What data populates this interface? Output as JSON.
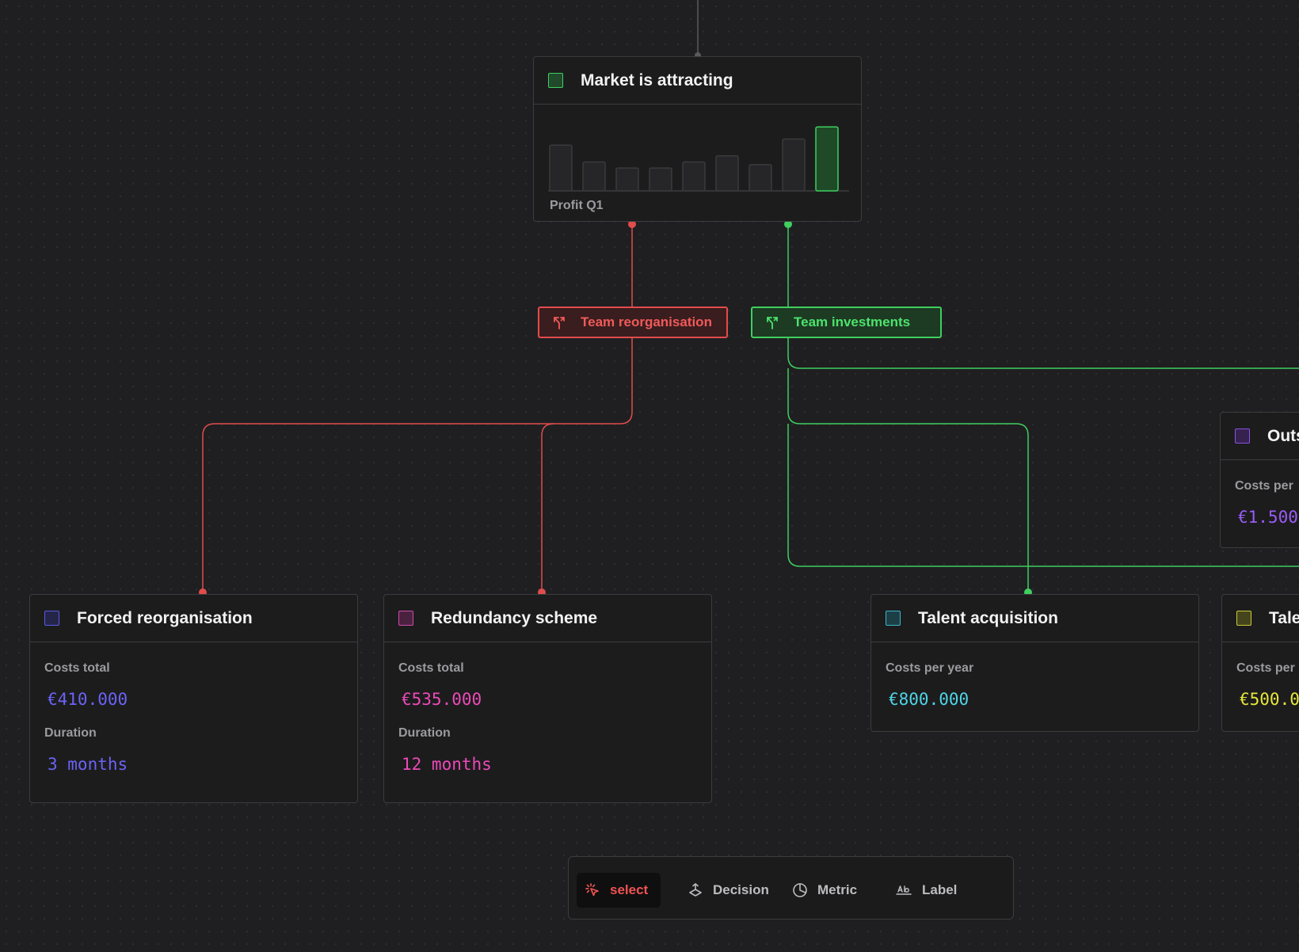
{
  "colors": {
    "canvas": "#1f1f21",
    "red_edge": "#e24c4c",
    "green_edge": "#3fcf5e",
    "node_border": "#3c3c3f"
  },
  "market_node": {
    "title": "Market is attracting",
    "swatch_color": "#3fcf5e",
    "chart_caption": "Profit Q1",
    "chart_values": [
      0.68,
      0.43,
      0.34,
      0.34,
      0.43,
      0.52,
      0.39,
      0.77,
      0.95
    ],
    "highlighted_index": 8
  },
  "branch_tags": {
    "reorg": {
      "label": "Team reorganisation",
      "icon": "branch-split-icon",
      "color": "#e24c4c"
    },
    "invest": {
      "label": "Team investments",
      "icon": "branch-split-icon",
      "color": "#3fcf5e"
    }
  },
  "nodes": {
    "forced": {
      "title": "Forced reorganisation",
      "swatch_color": "#5a5ae0",
      "fields": [
        {
          "label": "Costs total",
          "value": "€410.000"
        },
        {
          "label": "Duration",
          "value": "3 months"
        }
      ],
      "accent": "#6b63f5"
    },
    "redundancy": {
      "title": "Redundancy scheme",
      "swatch_color": "#d04aa8",
      "fields": [
        {
          "label": "Costs total",
          "value": "€535.000"
        },
        {
          "label": "Duration",
          "value": "12 months"
        }
      ],
      "accent": "#ec4ab8"
    },
    "talent_acq": {
      "title": "Talent acquisition",
      "swatch_color": "#3ab7c9",
      "fields": [
        {
          "label": "Costs per year",
          "value": "€800.000"
        }
      ],
      "accent": "#4fd5e6"
    },
    "outs": {
      "title": "Outs",
      "swatch_color": "#8a52e0",
      "fields": [
        {
          "label": "Costs per",
          "value": "€1.500"
        }
      ],
      "accent": "#9b5cf6"
    },
    "tale": {
      "title": "Tale",
      "swatch_color": "#c9c93a",
      "fields": [
        {
          "label": "Costs per",
          "value": "€500.0"
        }
      ],
      "accent": "#e6e63a"
    }
  },
  "toolbar": {
    "items": [
      {
        "label": "select",
        "icon": "pointer-click-icon",
        "active": true
      },
      {
        "label": "Decision",
        "icon": "decision-icon",
        "active": false
      },
      {
        "label": "Metric",
        "icon": "pie-chart-icon",
        "active": false
      },
      {
        "label": "Label",
        "icon": "label-icon",
        "active": false
      }
    ]
  }
}
